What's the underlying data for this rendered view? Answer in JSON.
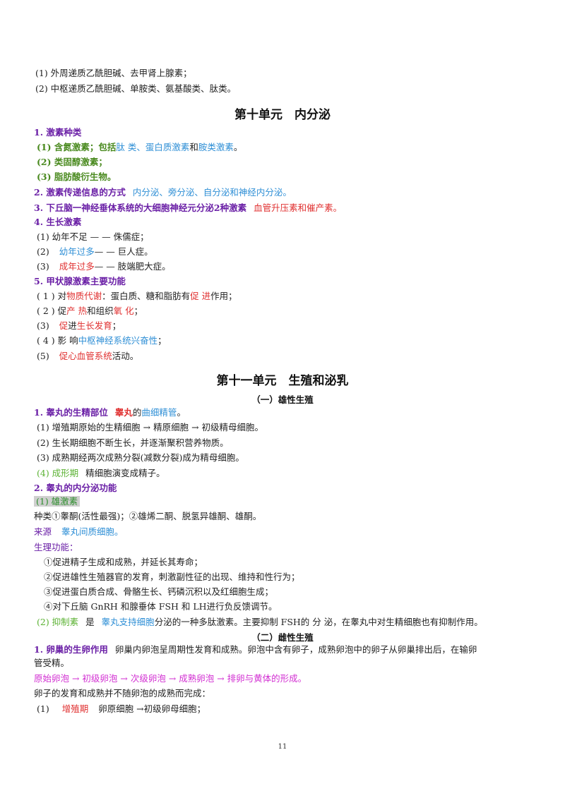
{
  "lines": {
    "l01": "(1) 外周递质乙酰胆碱、去甲肾上腺素；",
    "l02": "(2) 中枢递质乙酰胆碱、单胺类、氨基酸类、肽类。",
    "unit10": "第十单元　内分泌",
    "s1": "1. 激素种类",
    "s1a_b": "(1) 含氮激素；",
    "s1a_c": "包括",
    "s1a_d": "肽 类、蛋白质激素",
    "s1a_e": "和",
    "s1a_f": "胺类激素",
    "s1a_g": "。",
    "s1b": "(2) 类固醇激素；",
    "s1c": "(3) 脂肪酸衍生物。",
    "s2_a": "2. 激素传递信息的方式",
    "s2_b": "内分泌、旁分泌、自分泌和神经内分泌。",
    "s3_a": "3. 下丘脑一神经垂体系统的大细胞神经元分泌2种激素",
    "s3_b": "血管升压素和催产素。",
    "s4": "4. 生长激素",
    "s4a": "(1) 幼年不足 — — 侏儒症；",
    "s4b_a": "(2)",
    "s4b_b": "幼年过多",
    "s4b_c": "— — 巨人症。",
    "s4c_a": "(3)",
    "s4c_b": "成年过多",
    "s4c_c": "— — 肢端肥大症。",
    "s5": "5. 甲状腺激素主要功能",
    "s5a_a": "( 1 ) 对",
    "s5a_b": "物质代谢",
    "s5a_c": "：蛋白质、糖和脂肪有",
    "s5a_d": "促 进",
    "s5a_e": "作用；",
    "s5b_a": "( 2 ) 促",
    "s5b_b": "产 热",
    "s5b_c": "和组织",
    "s5b_d": "氧 化",
    "s5b_e": "；",
    "s5c_a": "(3)",
    "s5c_b": "促",
    "s5c_c": "进",
    "s5c_d": "生长发育",
    "s5c_e": "；",
    "s5d_a": "( 4 ) 影 响",
    "s5d_b": "中枢神经系统兴奋性",
    "s5d_c": "；",
    "s5e_a": "(5)",
    "s5e_b": "促心血管系统",
    "s5e_c": "活动。",
    "unit11": "第十一单元　生殖和泌乳",
    "sub1": "（一）雄性生殖",
    "m1_a": "1. 睾丸的生精部位",
    "m1_b": "睾丸",
    "m1_c": "的",
    "m1_d": "曲细精管",
    "m1_e": "。",
    "m1a": "(1) 增殖期原始的生精细胞 → 精原细胞 → 初级精母细胞。",
    "m1b": "(2) 生长期细胞不断生长，并逐渐聚积营养物质。",
    "m1c": "(3) 成熟期经两次成熟分裂(减数分裂)成为精母细胞。",
    "m1d_a": "(4) 成形期",
    "m1d_b": "精细胞演变成精子。",
    "m2": "2. 睾丸的内分泌功能",
    "m2a": "(1) 雄激素",
    "m2b": "种类①睾酮(活性最强)；②雄烯二酮、脱氢异雄酮、雄酮。",
    "m2c_a": "来源",
    "m2c_b": "睾丸间质细胞。",
    "m2d": "生理功能：",
    "m2e": "①促进精子生成和成熟，并延长其寿命；",
    "m2f": "②促进雄性生殖器官的发育，刺激副性征的出现、维持和性行为；",
    "m2g": "③促进蛋白质合成、骨骼生长、钙磷沉积以及红细胞生成；",
    "m2h": "④对下丘脑 GnRH 和腺垂体 FSH 和 LH进行负反馈调节。",
    "m2i_a": "(2) 抑制素",
    "m2i_b": "是",
    "m2i_c": "睾丸支持细胞",
    "m2i_d": "分泌的一种多肽激素。主要抑制 FSH的 分 泌，在睾丸中对生精细胞也有抑制作用。",
    "sub2": "（二）雌性生殖",
    "f1_a": "1. 卵巢的生卵作用",
    "f1_b": "卵巢内卵泡呈周期性发育和成熟。卵泡中含有卵子，成熟卵泡中的卵子从卵巢排出后，在输卵",
    "f1_c": "管受精。",
    "f2": "原始卵泡 → 初级卵泡 → 次级卵泡 → 成熟卵泡 → 排卵与黄体的形成。",
    "f3": "卵子的发育和成熟并不随卵泡的成熟而完成：",
    "f4_a": "(1)",
    "f4_b": "增殖期",
    "f4_c": "卵原细胞 →初级卵母细胞；",
    "page_no": "11"
  }
}
